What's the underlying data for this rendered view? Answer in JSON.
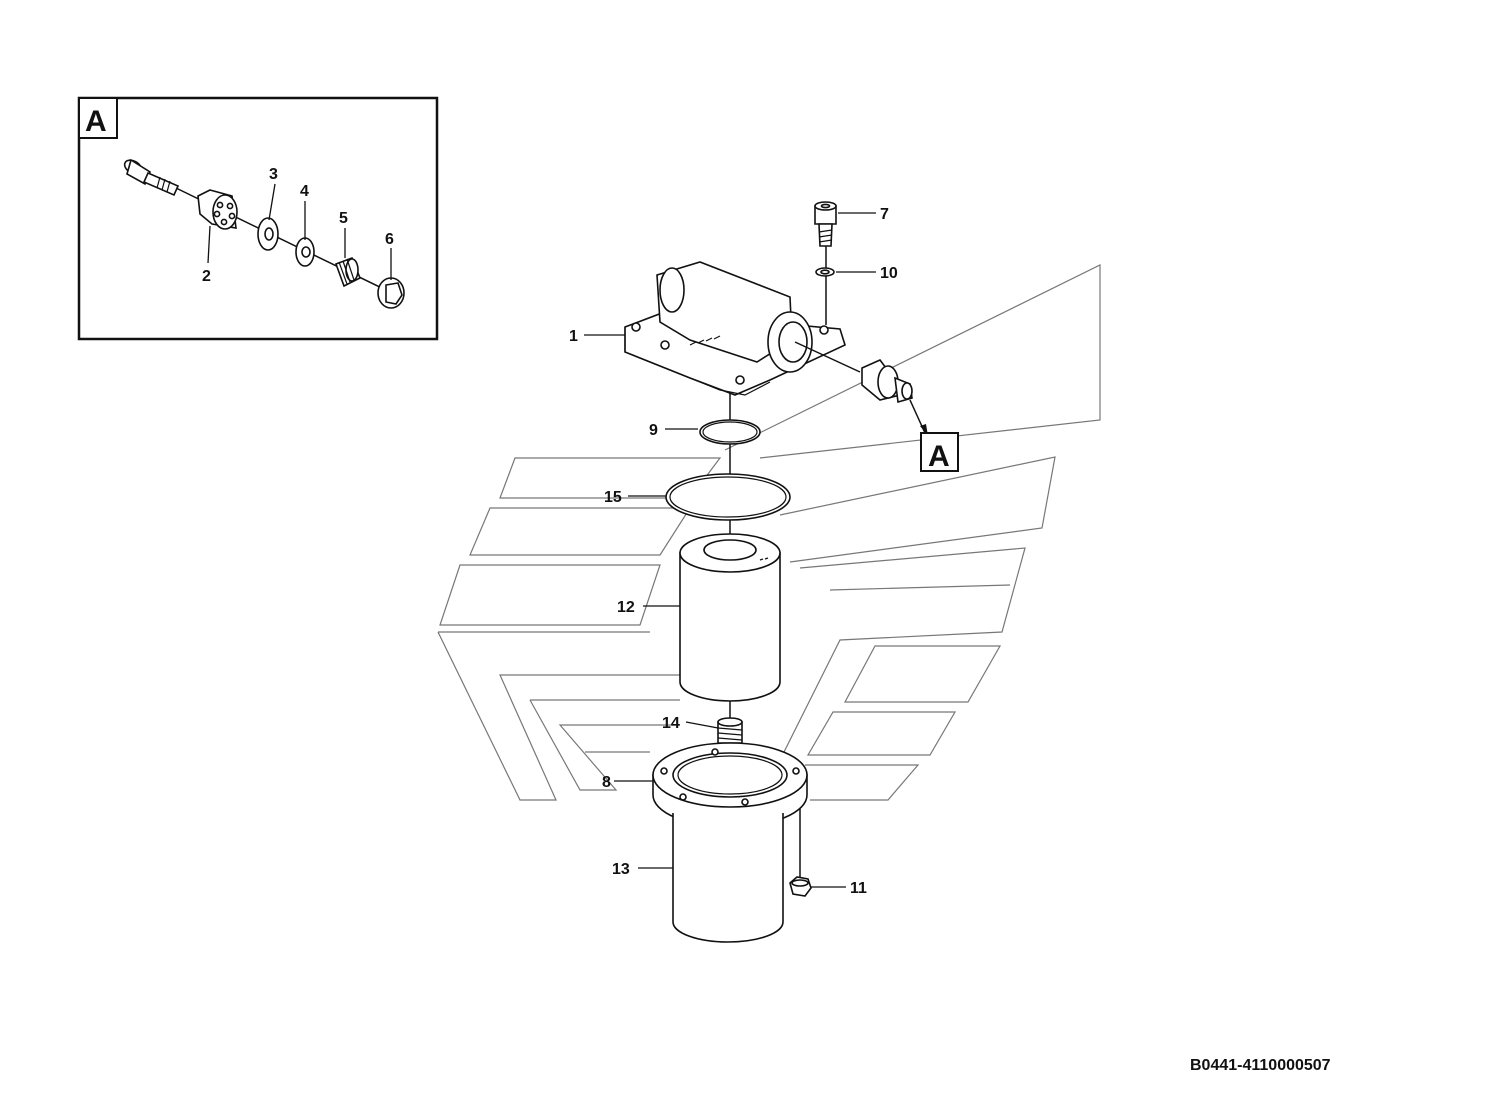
{
  "diagram": {
    "detail_label": "A",
    "view_marker": "A",
    "drawing_code": "B0441-4110000507",
    "callouts": {
      "c1": "1",
      "c2": "2",
      "c3": "3",
      "c4": "4",
      "c5": "5",
      "c6": "6",
      "c7": "7",
      "c8": "8",
      "c9": "9",
      "c10": "10",
      "c11": "11",
      "c12": "12",
      "c13": "13",
      "c14": "14",
      "c15": "15"
    }
  }
}
